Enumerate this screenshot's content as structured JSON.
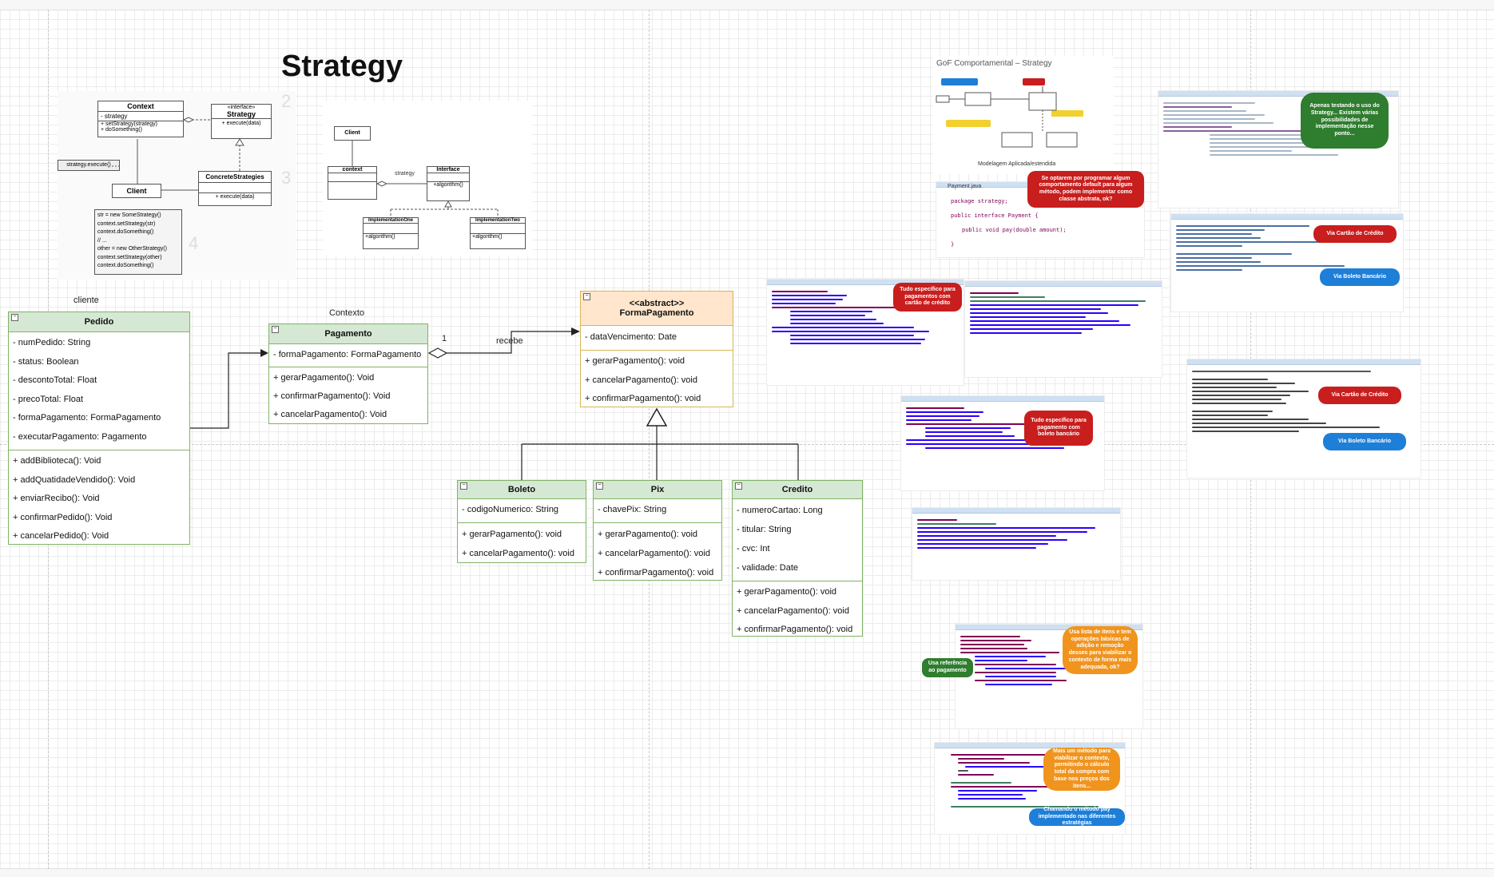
{
  "title": "Strategy",
  "labels": {
    "cliente": "cliente",
    "contexto": "Contexto",
    "recebe": "recebe",
    "multiplicity": "1"
  },
  "classes": {
    "pedido": {
      "name": "Pedido",
      "attributes": [
        "- numPedido: String",
        "- status: Boolean",
        "- descontoTotal: Float",
        "- precoTotal: Float",
        "- formaPagamento: FormaPagamento",
        "- executarPagamento: Pagamento"
      ],
      "methods": [
        "+ addBiblioteca(): Void",
        "+ addQuatidadeVendido(): Void",
        "+ enviarRecibo(): Void",
        "+ confirmarPedido(): Void",
        "+ cancelarPedido(): Void"
      ]
    },
    "pagamento": {
      "name": "Pagamento",
      "attributes": [
        "- formaPagamento: FormaPagamento"
      ],
      "methods": [
        "+ gerarPagamento(): Void",
        "+ confirmarPagamento(): Void",
        "+ cancelarPagamento(): Void"
      ]
    },
    "formaPagamento": {
      "stereotype": "<<abstract>>",
      "name": "FormaPagamento",
      "attributes": [
        "- dataVencimento: Date"
      ],
      "methods": [
        "+ gerarPagamento(): void",
        "+ cancelarPagamento(): void",
        "+ confirmarPagamento(): void"
      ]
    },
    "boleto": {
      "name": "Boleto",
      "attributes": [
        "- codigoNumerico: String"
      ],
      "methods": [
        "+ gerarPagamento(): void",
        "+ cancelarPagamento(): void"
      ]
    },
    "pix": {
      "name": "Pix",
      "attributes": [
        "- chavePix: String"
      ],
      "methods": [
        "+ gerarPagamento(): void",
        "+ cancelarPagamento(): void",
        "+ confirmarPagamento(): void"
      ]
    },
    "credito": {
      "name": "Credito",
      "attributes": [
        "- numeroCartao: Long",
        "- titular: String",
        "- cvc: Int",
        "- validade: Date"
      ],
      "methods": [
        "+ gerarPagamento(): void",
        "+ cancelarPagamento(): void",
        "+ confirmarPagamento(): void"
      ]
    }
  },
  "reference_diagram_1": {
    "context": "Context",
    "context_attr": "- strategy",
    "context_methods": [
      "+ setStrategy(strategy)",
      "+ doSomething()"
    ],
    "interface_stereo": "«interface»",
    "interface_name": "Strategy",
    "interface_method": "+ execute(data)",
    "concrete": "ConcreteStrategies",
    "concrete_method": "+ execute(data)",
    "client": "Client",
    "strategy_execute": "strategy.execute()",
    "note_lines": [
      "str = new SomeStrategy()",
      "context.setStrategy(str)",
      "context.doSomething()",
      "// ...",
      "other = new OtherStrategy()",
      "context.setStrategy(other)",
      "context.doSomething()"
    ],
    "num2": "2",
    "num3": "3",
    "num4": "4"
  },
  "reference_diagram_2": {
    "client": "Client",
    "context": "context",
    "strategy_label": "strategy",
    "interface": "Interface",
    "interface_method": "+algorithm()",
    "impl_one": "ImplementationOne",
    "impl_two": "ImplementationTwo",
    "impl_method": "+algorithm()"
  },
  "gof": {
    "title": "GoF Comportamental – Strategy",
    "caption": "Modelagem Aplicada/estendida",
    "file_tab": "Payment.java",
    "code_lines": [
      "package strategy;",
      "public interface Payment {",
      "public void pay(double amount);",
      "}"
    ]
  },
  "callouts": {
    "c1": "Se optarem por programar algum comportamento default para algum método, podem implementar como classe abstrata, ok?",
    "c2": "Apenas testando o uso do Strategy... Existem várias possibilidades de implementação nesse ponto...",
    "c3": "Via Cartão de Crédito",
    "c4": "Via Boleto Bancário",
    "c5": "Tudo específico para pagamentos com cartão de crédito",
    "c6": "Tudo específico para pagamento com boleto bancário",
    "c7": "Via Cartão de Crédito",
    "c8": "Via Boleto Bancário",
    "c9": "Usa referência ao pagamento",
    "c10": "Usa lista de itens e tem operações básicas de adição e remoção desses para viabilizar o contexto de forma mais adequada, ok?",
    "c11": "Mais um método para viabilizar o contexto, permitindo o cálculo total da compra com base nos preços dos itens...",
    "c12": "Chamando o método pay implementado nas diferentes estratégias"
  },
  "colors": {
    "class_header_fill": "#d5e8d4",
    "class_border": "#82b366",
    "abstract_fill": "#ffe6cc",
    "abstract_border": "#d6b656",
    "red_callout": "#c81e1e",
    "blue_callout": "#1e7fd8",
    "green_callout": "#2f7d2f",
    "orange_callout": "#f0941e"
  }
}
